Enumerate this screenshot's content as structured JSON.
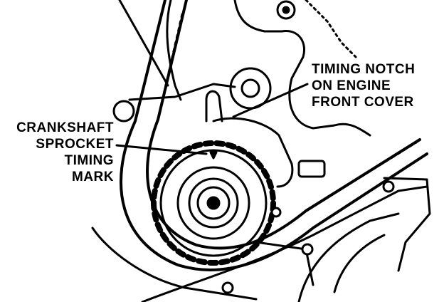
{
  "diagram": {
    "labels": {
      "timing_notch": [
        "TIMING NOTCH",
        "ON ENGINE",
        "FRONT COVER"
      ],
      "crankshaft_mark": [
        "CRANKSHAFT",
        "SPROCKET",
        "TIMING",
        "MARK"
      ]
    },
    "colors": {
      "ink": "#000000",
      "paper": "#ffffff"
    }
  }
}
